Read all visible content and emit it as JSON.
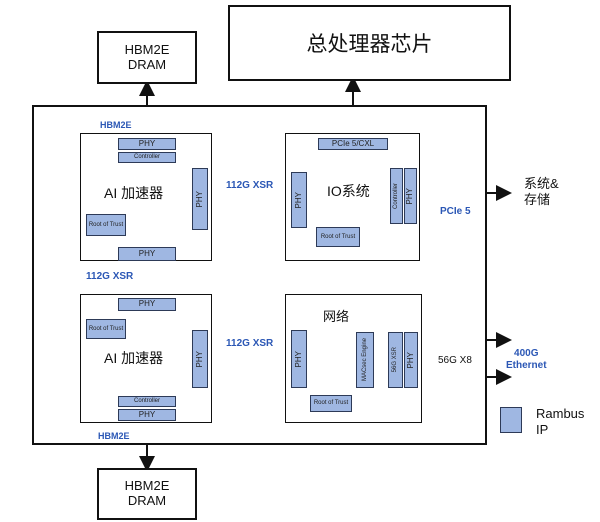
{
  "host_processor": {
    "label": "总处理器芯片"
  },
  "top_hbm": {
    "line1": "HBM2E",
    "line2": "DRAM"
  },
  "bottom_hbm": {
    "line1": "HBM2E",
    "line2": "DRAM"
  },
  "accel_top": {
    "hbm_label": "HBM2E",
    "title": "AI 加速器",
    "phy_top": "PHY",
    "controller": "Controller",
    "phy_right": "PHY",
    "root_of_trust": "Root of Trust",
    "phy_bottom": "PHY"
  },
  "accel_bottom": {
    "hbm_label": "HBM2E",
    "title": "AI 加速器",
    "phy_top": "PHY",
    "root_of_trust": "Root of Trust",
    "phy_right": "PHY",
    "controller": "Controller",
    "phy_bottom": "PHY"
  },
  "io_block": {
    "title": "IO系统",
    "pcie_cxl": "PCIe 5/CXL",
    "phy_left": "PHY",
    "controller": "Controller",
    "phy_right": "PHY",
    "root_of_trust": "Root of Trust"
  },
  "network_block": {
    "title": "网络",
    "phy_left": "PHY",
    "macsec": "MACsec Engine",
    "xsr_56g": "56G XSR",
    "phy_right": "PHY",
    "root_of_trust": "Root of Trust"
  },
  "links": {
    "xsr_top": "112G XSR",
    "xsr_vertical": "112G XSR",
    "xsr_bottom": "112G XSR",
    "pcie5": "PCIe 5",
    "storage": "系统&\n存储",
    "lanes": "56G X8",
    "ethernet": "400G\nEthernet"
  },
  "legend": {
    "label": "Rambus IP",
    "color": "#9fb7e2"
  }
}
